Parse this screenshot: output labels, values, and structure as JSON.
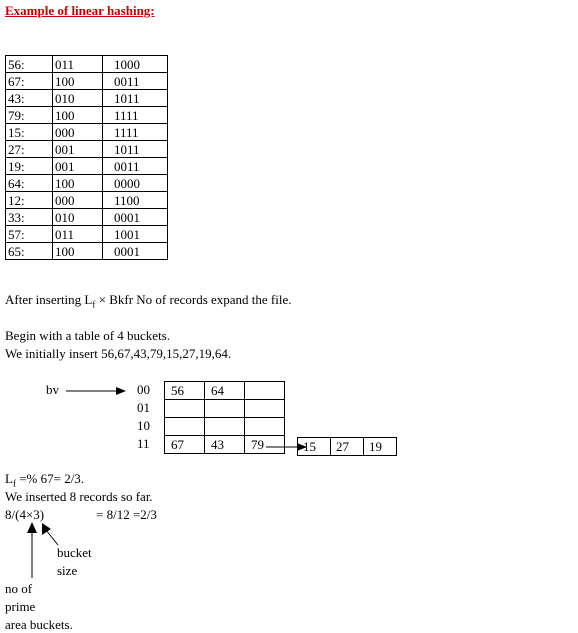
{
  "title": "Example of  linear hashing:",
  "keys_table": [
    [
      "56:",
      "011",
      "1000"
    ],
    [
      "67:",
      "100",
      "0011"
    ],
    [
      "43:",
      "010",
      "1011"
    ],
    [
      "79:",
      "100",
      "1111"
    ],
    [
      "15:",
      "000",
      "1111"
    ],
    [
      "27:",
      "001",
      "1011"
    ],
    [
      "19:",
      "001",
      "0011"
    ],
    [
      "64:",
      "100",
      "0000"
    ],
    [
      "12:",
      "000",
      "1100"
    ],
    [
      "33:",
      "010",
      "0001"
    ],
    [
      "57:",
      "011",
      "1001"
    ],
    [
      "65:",
      "100",
      "0001"
    ]
  ],
  "para_insert": {
    "before": "After inserting L",
    "sub": "f",
    "after": " × Bkfr No of records expand the file."
  },
  "para_begin": "Begin with a table of 4 buckets.",
  "para_initial": "We initially insert 56,67,43,79,15,27,19,64.",
  "diagram": {
    "bv_label": "bv",
    "bucket_addresses": [
      "00",
      "01",
      "10",
      "11"
    ],
    "buckets": [
      [
        "56",
        "64",
        ""
      ],
      [
        "",
        "",
        ""
      ],
      [
        "",
        "",
        ""
      ],
      [
        "67",
        "43",
        "79"
      ]
    ],
    "overflow": [
      "15",
      "27",
      "19"
    ]
  },
  "load_factor": {
    "symbol": "L",
    "sub": "f",
    "expr": " =% 67= 2/3."
  },
  "inserted_note": "We inserted 8 records so far.",
  "formula_left": "8/(4×3)",
  "formula_right": "= 8/12 =2/3",
  "annot_bucket_size": [
    "bucket",
    "size"
  ],
  "annot_prime": [
    "no of",
    "prime",
    "area buckets."
  ]
}
